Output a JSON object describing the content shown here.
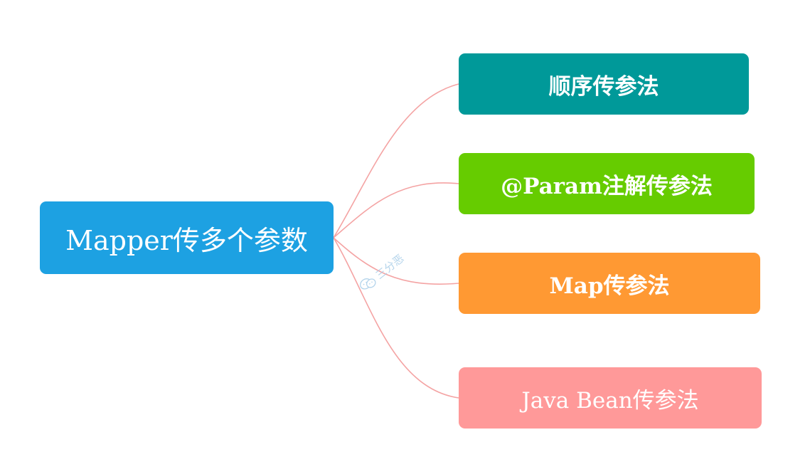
{
  "diagram": {
    "root": {
      "label": "Mapper传多个参数",
      "color": "#1da1e2"
    },
    "branches": [
      {
        "label": "顺序传参法",
        "color": "#009999"
      },
      {
        "label": "@Param注解传参法",
        "color": "#66cc00"
      },
      {
        "label": "Map传参法",
        "color": "#ff9933"
      },
      {
        "label": "Java Bean传参法",
        "color": "#ff9999"
      }
    ],
    "connector_color": "#f4a3a3",
    "watermark": {
      "text": "三分恶",
      "icon": "wechat-icon"
    }
  }
}
